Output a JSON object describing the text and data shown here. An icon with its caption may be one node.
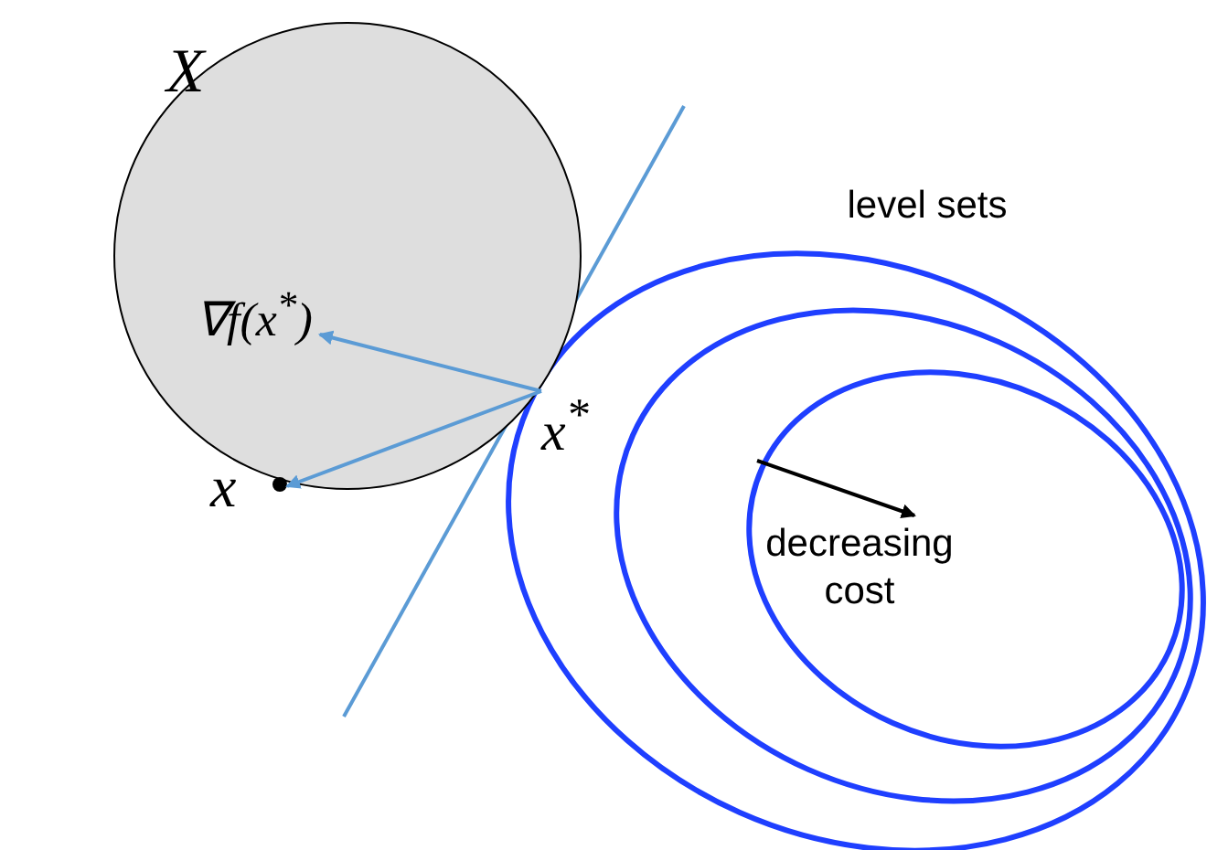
{
  "diagram": {
    "nodes": [
      {
        "text": [
          "X"
        ]
      },
      {
        "text": [
          "x$^{*}$"
        ]
      },
      {
        "text": [
          "x"
        ],
        "in": 0
      },
      {
        "text": [
          "∇f(x$^{*}$)"
        ],
        "in": 0
      }
    ],
    "edges": [
      {
        "from": 1,
        "to": 3,
        "arrow": "to"
      },
      {
        "from": 1,
        "to": 2,
        "arrow": "to"
      }
    ],
    "labels": [
      "level sets",
      "decreasing cost"
    ]
  }
}
